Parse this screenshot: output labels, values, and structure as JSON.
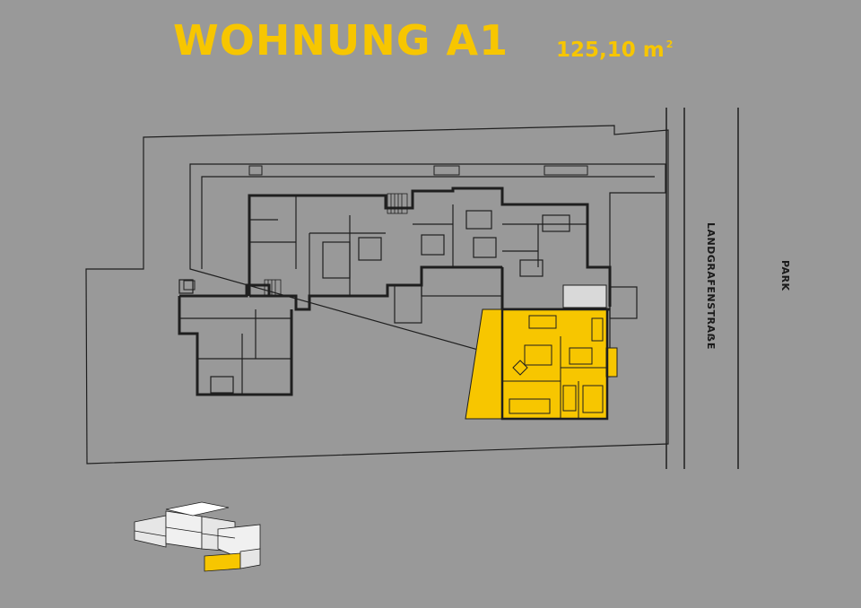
{
  "header": {
    "title": "WOHNUNG A1",
    "area_value": "125,10 m",
    "area_unit_sup": "2"
  },
  "labels": {
    "street": "LANDGRAFENSTRAẞE",
    "park": "PARK"
  },
  "colors": {
    "background": "#999999",
    "accent": "#f7c600",
    "line": "#1f1f1f",
    "highlight_light": "#d9d9d9"
  }
}
